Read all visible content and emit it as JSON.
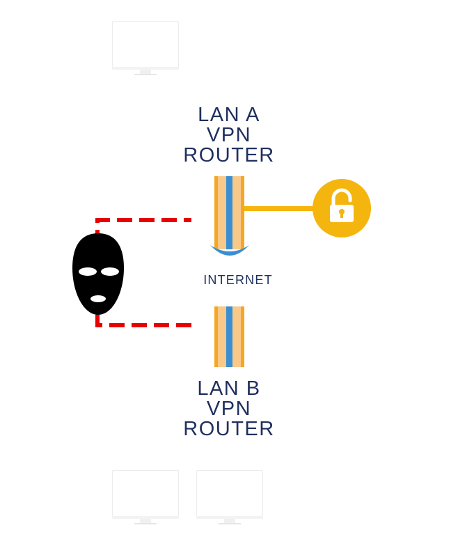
{
  "labels": {
    "lan_a": "LAN A\nVPN\nROUTER",
    "internet": "INTERNET",
    "lan_b": "LAN B\nVPN\nROUTER"
  },
  "colors": {
    "text": "#1f2f5e",
    "tube_outer": "#f5a623",
    "tube_inner": "#f9c98a",
    "tube_center": "#3a8fd3",
    "lock": "#f5b50f",
    "attack_line": "#e60000",
    "mask": "#000000"
  },
  "icons": {
    "lock": "open-padlock-icon",
    "attacker": "balaclava-mask-icon",
    "computer": "desktop-monitor-icon"
  }
}
